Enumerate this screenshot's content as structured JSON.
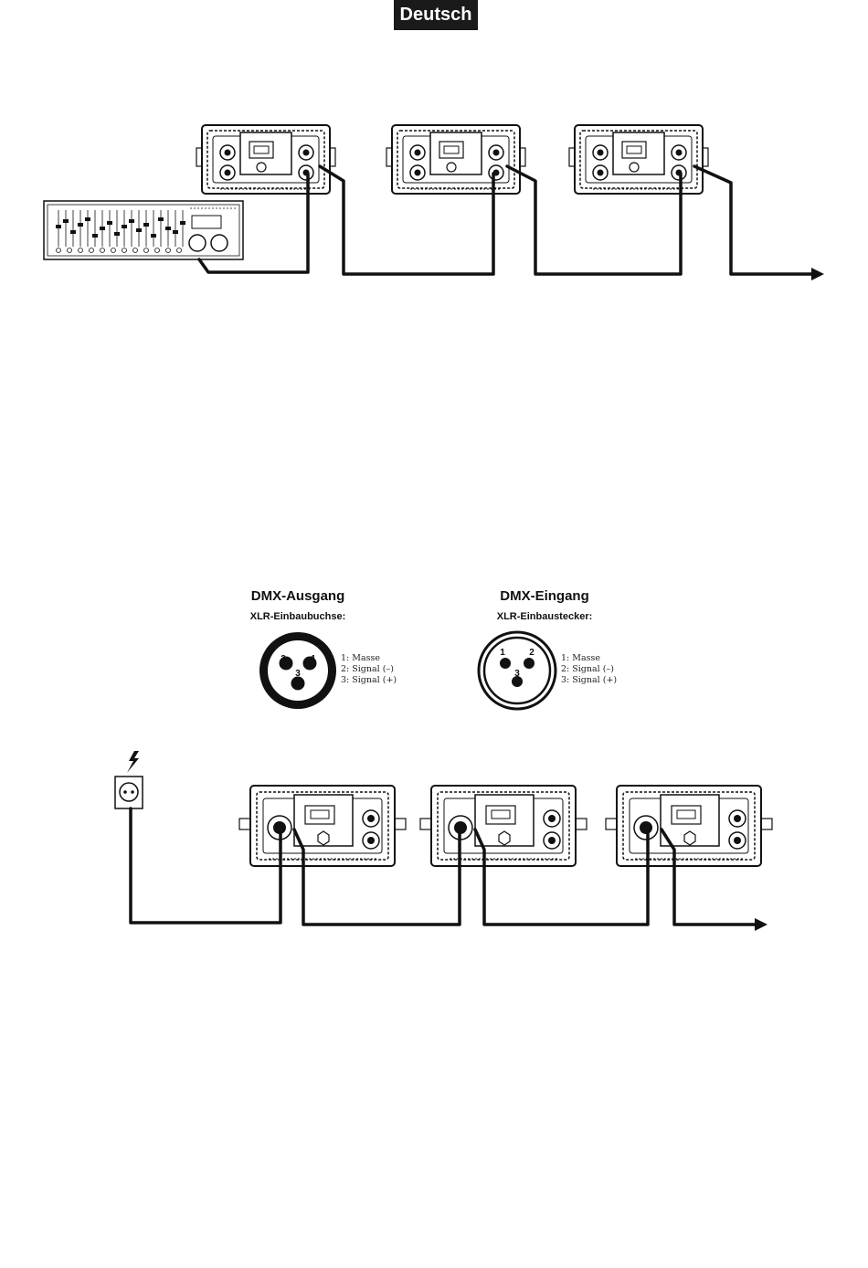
{
  "header": {
    "language_badge": "Deutsch"
  },
  "dmx_output": {
    "title": "DMX-Ausgang",
    "subtitle": "XLR-Einbaubuchse:",
    "pins": [
      "1",
      "2",
      "3"
    ],
    "legend": [
      "1: Masse",
      "2: Signal (–)",
      "3: Signal (+)"
    ]
  },
  "dmx_input": {
    "title": "DMX-Eingang",
    "subtitle": "XLR-Einbaustecker:",
    "pins": [
      "1",
      "2",
      "3"
    ],
    "legend": [
      "1: Masse",
      "2: Signal (–)",
      "3: Signal (+)"
    ]
  },
  "icons": {
    "power": "lightning-bolt-icon",
    "outlet": "power-outlet-icon",
    "controller": "dmx-controller-icon",
    "fixture": "led-fixture-icon",
    "arrow": "arrow-right-icon"
  }
}
